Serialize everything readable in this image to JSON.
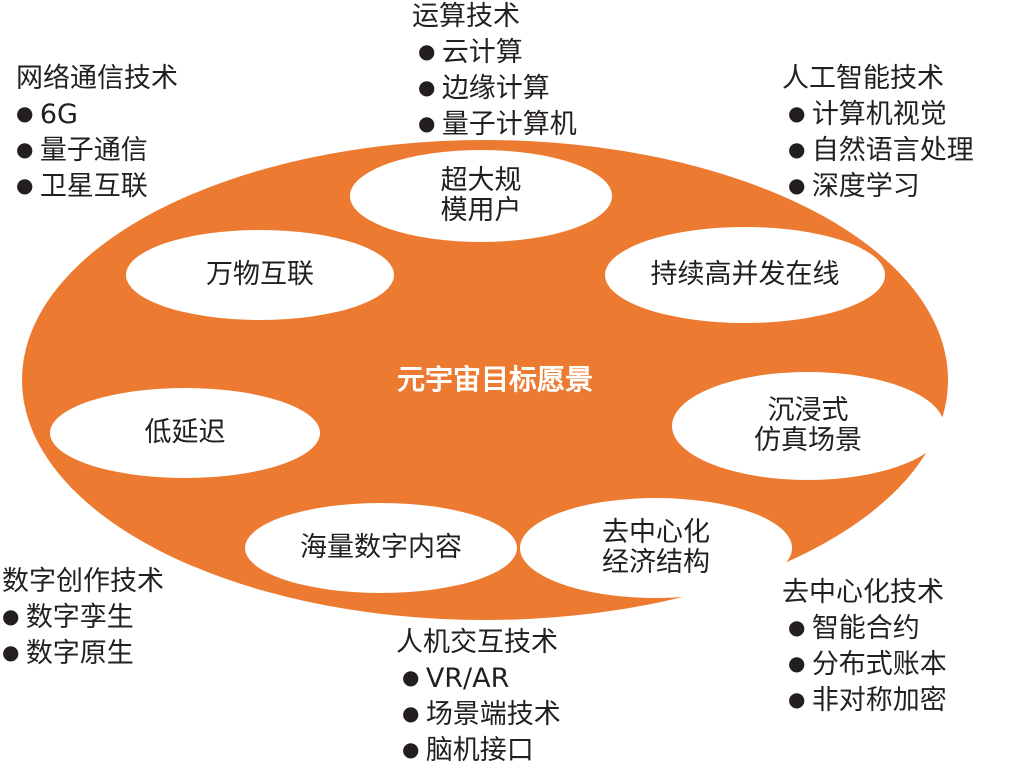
{
  "colors": {
    "ellipse": "#EC7A30",
    "inner": "#FFFFFF"
  },
  "center_title": "元宇宙目标愿景",
  "goals": [
    "超大规\n模用户",
    "万物互联",
    "持续高并发在线",
    "低延迟",
    "沉浸式\n仿真场景",
    "海量数字内容",
    "去中心化\n经济结构"
  ],
  "groups": {
    "compute": {
      "title": "运算技术",
      "items": [
        "云计算",
        "边缘计算",
        "量子计算机"
      ]
    },
    "network": {
      "title": "网络通信技术",
      "items": [
        "6G",
        "量子通信",
        "卫星互联"
      ]
    },
    "ai": {
      "title": "人工智能技术",
      "items": [
        "计算机视觉",
        "自然语言处理",
        "深度学习"
      ]
    },
    "creation": {
      "title": "数字创作技术",
      "items": [
        "数字孪生",
        "数字原生"
      ]
    },
    "hci": {
      "title": "人机交互技术",
      "items": [
        "VR/AR",
        "场景端技术",
        "脑机接口"
      ]
    },
    "decentral": {
      "title": "去中心化技术",
      "items": [
        "智能合约",
        "分布式账本",
        "非对称加密"
      ]
    }
  }
}
